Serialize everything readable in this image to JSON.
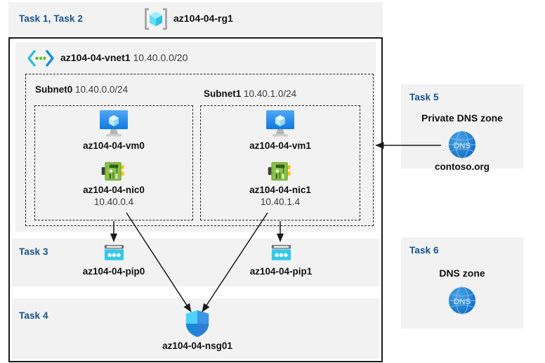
{
  "header": {
    "task_label": "Task 1, Task 2",
    "resource_group_icon": "resource-group-icon",
    "resource_group_name": "az104-04-rg1"
  },
  "vnet": {
    "icon": "virtual-network-icon",
    "name": "az104-04-vnet1",
    "address_space": "10.40.0.0/20",
    "subnets": [
      {
        "name": "Subnet0",
        "cidr": "10.40.0.0/24",
        "vm": {
          "icon": "virtual-machine-icon",
          "name": "az104-04-vm0"
        },
        "nic": {
          "icon": "network-interface-icon",
          "name": "az104-04-nic0",
          "ip": "10.40.0.4"
        }
      },
      {
        "name": "Subnet1",
        "cidr": "10.40.1.0/24",
        "vm": {
          "icon": "virtual-machine-icon",
          "name": "az104-04-vm1"
        },
        "nic": {
          "icon": "network-interface-icon",
          "name": "az104-04-nic1",
          "ip": "10.40.1.4"
        }
      }
    ]
  },
  "task3": {
    "task_label": "Task 3",
    "public_ips": [
      {
        "icon": "public-ip-address-icon",
        "name": "az104-04-pip0"
      },
      {
        "icon": "public-ip-address-icon",
        "name": "az104-04-pip1"
      }
    ]
  },
  "task4": {
    "task_label": "Task 4",
    "nsg": {
      "icon": "network-security-group-icon",
      "name": "az104-04-nsg01"
    }
  },
  "task5": {
    "task_label": "Task 5",
    "heading": "Private DNS zone",
    "icon": "dns-zone-icon",
    "icon_text": "DNS",
    "zone_name": "contoso.org"
  },
  "task6": {
    "task_label": "Task 6",
    "heading": "DNS zone",
    "icon": "dns-zone-icon",
    "icon_text": "DNS"
  },
  "colors": {
    "task_label": "#14538b",
    "panel_background": "#f2f2f2",
    "canvas_background": "#ffffff",
    "border": "#1a1a1a",
    "vm_icon": "#1b8cef",
    "nic_icon": "#7cb342",
    "pip_icon": "#32c8eb",
    "nsg_icon": "#2e9bf0",
    "dns_icon": "#1d7fd4",
    "rg_icon": "#6fe0f5",
    "vnet_icon": "#32bcd6",
    "connector": "#1a1a1a"
  }
}
